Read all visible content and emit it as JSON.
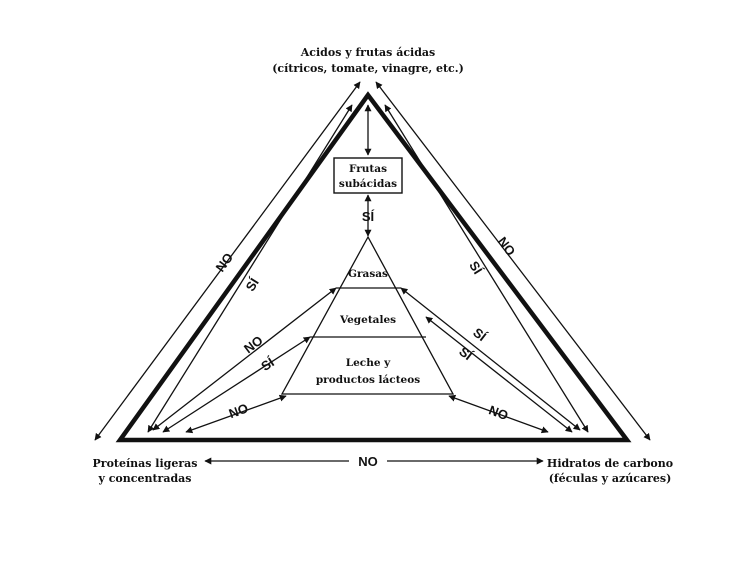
{
  "corners": {
    "top_line1": "Acidos y frutas ácidas",
    "top_line2": "(cítricos, tomate, vinagre, etc.)",
    "left_line1": "Proteínas ligeras",
    "left_line2": "y concentradas",
    "right_line1": "Hidratos de carbono",
    "right_line2": "(féculas y azúcares)"
  },
  "subacid_line1": "Frutas",
  "subacid_line2": "subácidas",
  "pyramid": {
    "top": "Grasas",
    "middle": "Vegetales",
    "bottom_line1": "Leche y",
    "bottom_line2": "productos lácteos"
  },
  "compat": {
    "no": "NO",
    "yes": "SÍ"
  }
}
